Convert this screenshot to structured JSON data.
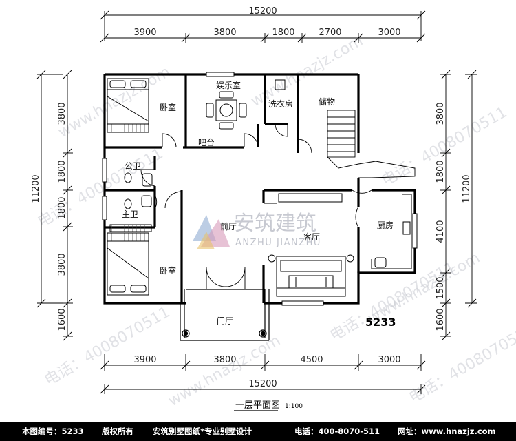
{
  "dimensions": {
    "top_total": "15200",
    "top_segments": [
      "3900",
      "3800",
      "1800",
      "2700",
      "3000"
    ],
    "bottom_segments": [
      "3900",
      "3800",
      "4500",
      "3000"
    ],
    "bottom_total": "15200",
    "left_total": "11200",
    "left_segments": [
      "3800",
      "1800",
      "1800",
      "3800",
      "1600"
    ],
    "right_total": "11200",
    "right_segments": [
      "3800",
      "1800",
      "4100",
      "1500",
      "1600"
    ]
  },
  "rooms": {
    "bedroom_top": "卧室",
    "entertainment": "娱乐室",
    "bar": "吧台",
    "laundry": "洗衣房",
    "storage": "储物",
    "public_bath": "公卫",
    "master_bath": "主卫",
    "front_hall": "前厅",
    "living_room": "客厅",
    "kitchen": "厨房",
    "bedroom_bottom": "卧室",
    "entry_hall": "门厅"
  },
  "plan_number": "5233",
  "plan_title": "一层平面图",
  "scale": "1:100",
  "brand": {
    "name_cn": "安筑建筑",
    "name_en": "ANZHU JIANZHU"
  },
  "watermarks": {
    "site": "www.hnazjz.com",
    "phone": "电话：4008070511"
  },
  "footer": {
    "plan_number": "本图编号：5233",
    "copyright": "版权所有",
    "slogan": "安筑别墅图纸*专业别墅设计",
    "phone": "电话：400-8070-511",
    "website": "网址：www.hnazjz.com"
  }
}
